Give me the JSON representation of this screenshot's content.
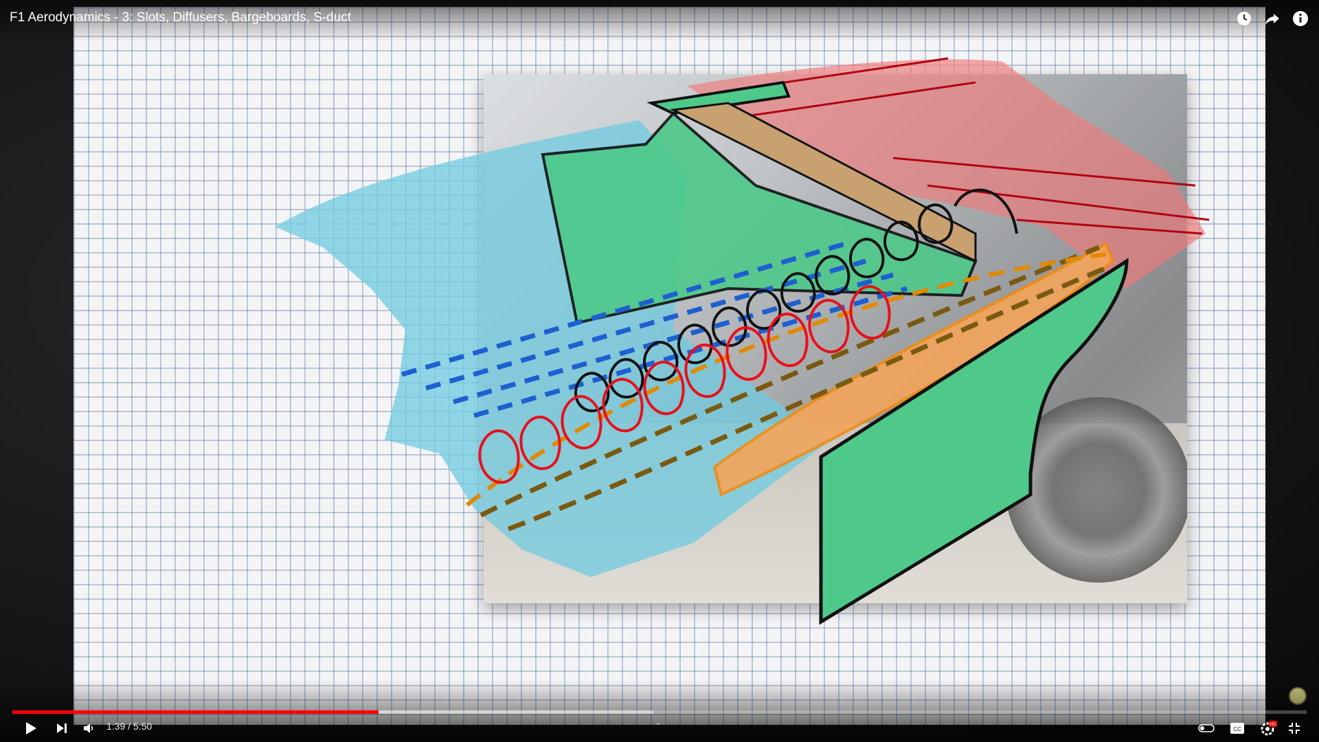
{
  "video": {
    "title": "F1 Aerodynamics - 3: Slots, Diffusers, Bargeboards, S-duct",
    "time_display": "1:39 / 5:50",
    "progress_fraction": 0.2828,
    "buffered_fraction": 0.495
  },
  "top_icons": [
    "watch-later-icon",
    "share-icon",
    "info-icon"
  ],
  "controls": {
    "left": [
      "play-icon",
      "next-icon",
      "volume-icon"
    ],
    "right": [
      "miniplayer-icon",
      "subtitles-icon",
      "settings-icon",
      "exit-fullscreen-icon"
    ],
    "settings_badge": "HD"
  },
  "colors": {
    "progress": "#ff0000",
    "panel_green": "#4ec98a",
    "flow_blue": "#6fcbe0",
    "flow_orange": "#f4a55a",
    "flow_red": "#f07a7a",
    "vortex_red": "#e8101c",
    "vortex_black": "#111111",
    "dash_blue": "#1e5fd0",
    "dash_brown": "#7a5a10"
  }
}
